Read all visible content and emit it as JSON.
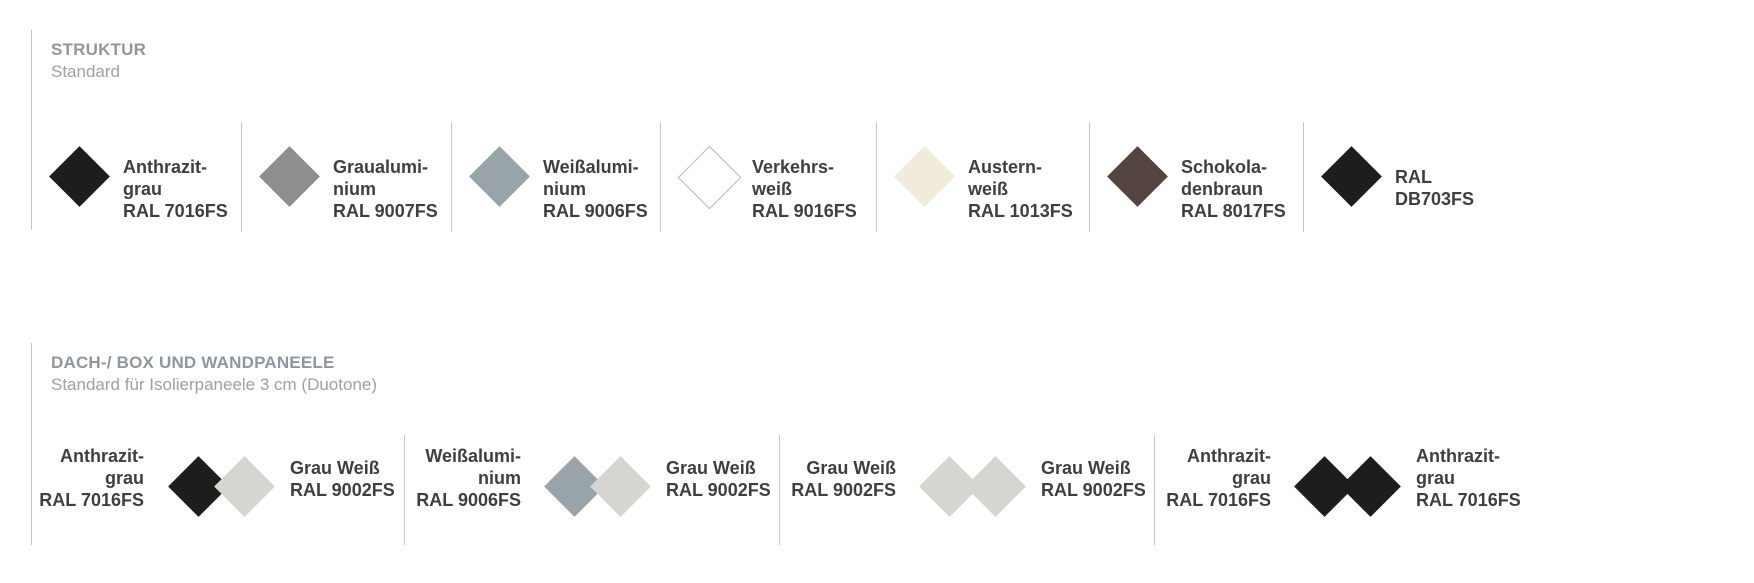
{
  "struktur": {
    "title": "STRUKTUR",
    "subtitle": "Standard",
    "items": [
      {
        "lines": [
          "Anthrazit-",
          "grau",
          "RAL 7016FS"
        ],
        "color": "#1d1d1d",
        "outline": false
      },
      {
        "lines": [
          "Graualumi-",
          "nium",
          "RAL 9007FS"
        ],
        "color": "#8e8e8e",
        "outline": false
      },
      {
        "lines": [
          "Weißalumi-",
          "nium",
          "RAL 9006FS"
        ],
        "color": "#99a3aa",
        "outline": false
      },
      {
        "lines": [
          "Verkehrs-",
          "weiß",
          "RAL 9016FS"
        ],
        "color": "#ffffff",
        "outline": true
      },
      {
        "lines": [
          "Austern-",
          "weiß",
          "RAL 1013FS"
        ],
        "color": "#f1ecd9",
        "outline": false
      },
      {
        "lines": [
          "Schokola-",
          "denbraun",
          "RAL 8017FS"
        ],
        "color": "#544441",
        "outline": false
      },
      {
        "lines": [
          "RAL",
          "DB703FS"
        ],
        "color": "#1d1d1d",
        "outline": false
      }
    ]
  },
  "paneele": {
    "title": "DACH-/ BOX UND WANDPANEELE",
    "subtitle": "Standard für Isolierpaneele 3 cm (Duotone)",
    "items": [
      {
        "left_lines": [
          "Anthrazit-",
          "grau",
          "RAL 7016FS"
        ],
        "right_lines": [
          "Grau Weiß",
          "RAL 9002FS"
        ],
        "left_color": "#1d1d1d",
        "right_color": "#d6d6d0"
      },
      {
        "left_lines": [
          "Weißalumi-",
          "nium",
          "RAL 9006FS"
        ],
        "right_lines": [
          "Grau Weiß",
          "RAL 9002FS"
        ],
        "left_color": "#99a3aa",
        "right_color": "#d6d6d0"
      },
      {
        "left_lines": [
          "Grau Weiß",
          "RAL 9002FS"
        ],
        "right_lines": [
          "Grau Weiß",
          "RAL 9002FS"
        ],
        "left_color": "#d6d6d0",
        "right_color": "#d6d6d0"
      },
      {
        "left_lines": [
          "Anthrazit-",
          "grau",
          "RAL 7016FS"
        ],
        "right_lines": [
          "Anthrazit-",
          "grau",
          "RAL 7016FS"
        ],
        "left_color": "#1d1d1d",
        "right_color": "#1d1d1d"
      }
    ]
  }
}
